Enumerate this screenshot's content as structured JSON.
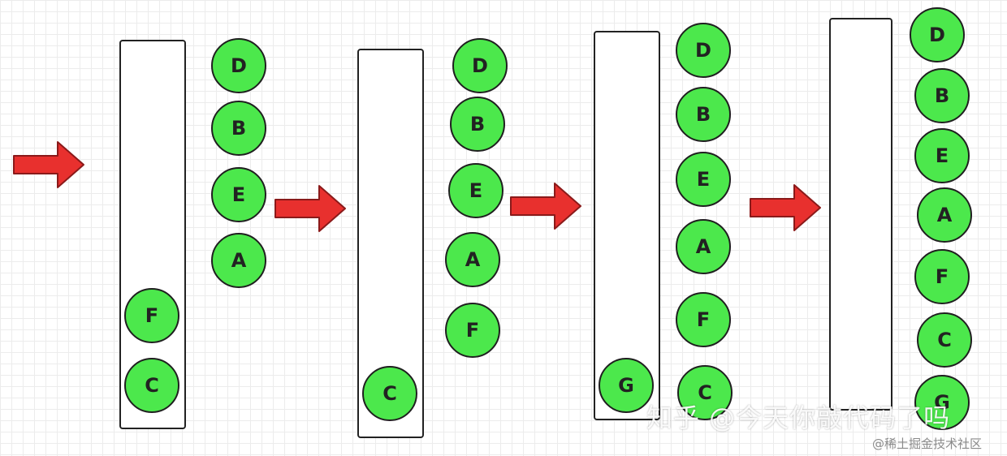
{
  "colors": {
    "node_fill": "#4ce84c",
    "node_stroke": "#1f1f1f",
    "arrow_fill": "#e8302e",
    "arrow_stroke": "#8a1a1a"
  },
  "panels": [
    {
      "stack_nodes": [
        "F",
        "C"
      ],
      "queue_nodes": [
        "D",
        "B",
        "E",
        "A"
      ]
    },
    {
      "stack_nodes": [
        "C"
      ],
      "queue_nodes": [
        "D",
        "B",
        "E",
        "A",
        "F"
      ]
    },
    {
      "stack_nodes": [
        "G"
      ],
      "queue_nodes": [
        "D",
        "B",
        "E",
        "A",
        "F",
        "C"
      ]
    },
    {
      "stack_nodes": [],
      "queue_nodes": [
        "D",
        "B",
        "E",
        "A",
        "F",
        "C",
        "G"
      ]
    }
  ],
  "watermark_main": "知乎 @今天你敲代码了吗",
  "watermark_sub": "@稀土掘金技术社区"
}
